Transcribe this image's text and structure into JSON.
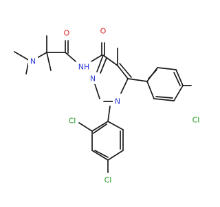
{
  "colors": {
    "bond": "#1a1a1a",
    "carbon": "#1a1a1a",
    "nitrogen": "#2d38d6",
    "oxygen": "#e02020",
    "chlorine": "#1e9a1e"
  },
  "atoms": {
    "o_amide_upper": "O",
    "n_dimethylamino": "N",
    "nh_amide": "NH",
    "o_amide_lower": "O",
    "cl_para_phenyl": "Cl",
    "n_pyrazole_2": "N",
    "n_pyrazole_1": "N",
    "cl_ortho_dichlorophenyl": "Cl",
    "cl_para_dichlorophenyl": "Cl"
  }
}
